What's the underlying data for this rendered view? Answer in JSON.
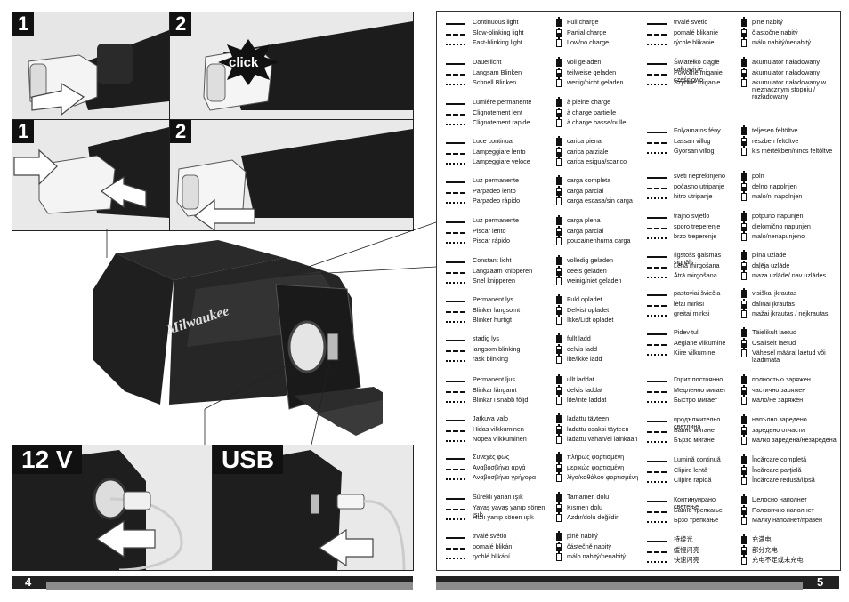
{
  "pages": {
    "left": "4",
    "right": "5"
  },
  "panels": {
    "p1": {
      "step": "1"
    },
    "p2": {
      "step": "2",
      "label": "click"
    },
    "p3": {
      "step": "1"
    },
    "p4": {
      "step": "2"
    },
    "p5": {
      "label": "12 V"
    },
    "p6": {
      "label": "USB"
    }
  },
  "logo": "Milwaukee",
  "legend_left": [
    {
      "rows": [
        [
          "Continuous light",
          "Full charge"
        ],
        [
          "Slow-blinking light",
          "Partial charge"
        ],
        [
          "Fast-blinking light",
          "Low/no charge"
        ]
      ]
    },
    {
      "rows": [
        [
          "Dauerlicht",
          "voll geladen"
        ],
        [
          "Langsam Blinken",
          "teilweise geladen"
        ],
        [
          "Schnell Blinken",
          "wenig/nicht geladen"
        ]
      ]
    },
    {
      "rows": [
        [
          "Lumière permanente",
          "à pleine charge"
        ],
        [
          "Clignotement lent",
          "à charge partielle"
        ],
        [
          "Clignotement rapide",
          "à charge basse/nulle"
        ]
      ]
    },
    {
      "rows": [
        [
          "Luce continua",
          "carica piena"
        ],
        [
          "Lampeggiare lento",
          " carica parziale"
        ],
        [
          "Lampeggiare veloce",
          "carica esigua/scarico"
        ]
      ]
    },
    {
      "rows": [
        [
          "Luz permanente",
          "carga completa"
        ],
        [
          "Parpadeo lento",
          "carga parcial"
        ],
        [
          "Parpadeo rápido",
          "carga escasa/sin carga"
        ]
      ]
    },
    {
      "rows": [
        [
          "Luz permanente",
          "carga plena"
        ],
        [
          "Piscar lento",
          "carga parcial"
        ],
        [
          "Piscar rápido",
          "pouca/nenhuma carga"
        ]
      ]
    },
    {
      "rows": [
        [
          "Constant licht",
          "volledig geladen"
        ],
        [
          "Langzaam knipperen",
          "deels geladen"
        ],
        [
          "Snel knipperen",
          "weinig/niet geladen"
        ]
      ]
    },
    {
      "rows": [
        [
          "Permanent lys",
          "Fuld opladet"
        ],
        [
          "Blinker langsomt",
          "Delvist opladet"
        ],
        [
          "Blinker hurtigt",
          "Ikke/Lidt opladet"
        ]
      ]
    },
    {
      "rows": [
        [
          "stadig lys",
          "fullt ladd"
        ],
        [
          "langsom blinking",
          "delvis ladd"
        ],
        [
          "rask blinking",
          "lite/ikke ladd"
        ]
      ]
    },
    {
      "rows": [
        [
          "Permanent ljus",
          "ullt laddat"
        ],
        [
          "Blinkar långamt",
          "delvis laddat"
        ],
        [
          "Blinkar i snabb följd",
          "lite/inte laddat"
        ]
      ]
    },
    {
      "rows": [
        [
          "Jatkuva valo",
          "ladattu täyteen"
        ],
        [
          "Hidas vilkkuminen",
          "ladattu osaksi täyteen"
        ],
        [
          "Nopea vilkkuminen",
          "ladattu vähän/ei lainkaan"
        ]
      ]
    },
    {
      "rows": [
        [
          "Συνεχές φως",
          "πλήρως φορτισμένη"
        ],
        [
          "Αναβοσβήνει αργά",
          "μερικώς φορτισμένη"
        ],
        [
          "Αναβοσβήνει γρήγορα",
          "λίγο/καθόλου φορτισμένη"
        ]
      ]
    },
    {
      "rows": [
        [
          "Sürekli yanan ışık",
          "Tamamen dolu"
        ],
        [
          "Yavaş yavaş yanıp sönen ışık",
          "Kısmen dolu"
        ],
        [
          "Hızlı yanıp sönen ışık",
          "Azdır/dolu değildir"
        ]
      ]
    },
    {
      "rows": [
        [
          "trvalé světlo",
          "plně nabitý"
        ],
        [
          "pomalé blikání",
          "částečně nabitý"
        ],
        [
          "rychlé blikání",
          "málo nabitý/nenabitý"
        ]
      ]
    }
  ],
  "legend_right": [
    {
      "rows": [
        [
          "trvalé svetlo",
          "plne nabitý"
        ],
        [
          "pomalé blikanie",
          "čiastočne nabitý"
        ],
        [
          "rýchle blikanie",
          " málo nabitý/nenabitý"
        ]
      ]
    },
    {
      "rows": [
        [
          "Światełko ciągłe całkowicie",
          "akumulator naładowany"
        ],
        [
          "Powolne miganie częściowo",
          "akumulator naładowany"
        ],
        [
          "Szybkie miganie",
          "akumulator naładowany w nieznacznym stopniu / rozładowany"
        ]
      ]
    },
    {
      "rows": [
        [
          "Folyamatos fény",
          "teljesen feltöltve"
        ],
        [
          "Lassan villog",
          "részben feltöltve"
        ],
        [
          "Gyorsan villog",
          "kis mértékben/nincs feltöltve"
        ]
      ]
    },
    {
      "rows": [
        [
          "sveti neprekinjeno",
          "poln"
        ],
        [
          "počasno utripanje",
          "delno napolnjen"
        ],
        [
          "hitro utripanje",
          "malo/ni napolnjen"
        ]
      ]
    },
    {
      "rows": [
        [
          "trajno svjetlo",
          "potpuno napunjen"
        ],
        [
          "sporo treperenje",
          "djelomično napunjen"
        ],
        [
          "brzo treperenje",
          "malo/nenapunjeno"
        ]
      ]
    },
    {
      "rows": [
        [
          "Ilgstošs gaismas signāls",
          "pilna uzlāde"
        ],
        [
          "Lēnā mirgošana",
          "daļēja uzlāde"
        ],
        [
          "Ātrā mirgošana",
          "maza uzlāde/ nav uzlādes"
        ]
      ]
    },
    {
      "rows": [
        [
          "pastoviai šviečia",
          "visiškai įkrautas"
        ],
        [
          "lėtai mirksi",
          "dalinai įkrautas"
        ],
        [
          "greitai mirksi",
          "mažai įkrautas / neįkrautas"
        ]
      ]
    },
    {
      "rows": [
        [
          "Pidev tuli",
          "Täielikult laetud"
        ],
        [
          "Aeglane vilkumine",
          "Osaliselt laetud"
        ],
        [
          "Kiire vilkumine",
          "Vähesel määral laetud või laadimata"
        ]
      ]
    },
    {
      "rows": [
        [
          "Горит постоянно",
          "полностью заряжен"
        ],
        [
          "Медленно мигает",
          "частично заряжен"
        ],
        [
          "Быстро мигает",
          "мало/не заряжен"
        ]
      ]
    },
    {
      "rows": [
        [
          "продължително светлина",
          "напълно заредено"
        ],
        [
          "Бавно мигане",
          "заредено отчасти"
        ],
        [
          "Бързо мигане",
          "малко заредена/незаредена"
        ]
      ]
    },
    {
      "rows": [
        [
          "Lumină continuă",
          "Încărcare completă"
        ],
        [
          "Clipire lentă",
          "Încărcare parţială"
        ],
        [
          "Clipire rapidă",
          "Încărcare redusă/lipsă"
        ]
      ]
    },
    {
      "rows": [
        [
          "Континуирано светење",
          "Целосно наполнет"
        ],
        [
          "Бавно трепкање",
          "Половично наполнет"
        ],
        [
          "Брзо трепкање",
          "Малку наполнет/празен"
        ]
      ]
    },
    {
      "rows": [
        [
          "持续光",
          "充满电"
        ],
        [
          "缓慢闪亮",
          "部分充电"
        ],
        [
          "快速闪亮",
          "充电不足或未充电"
        ]
      ]
    }
  ]
}
